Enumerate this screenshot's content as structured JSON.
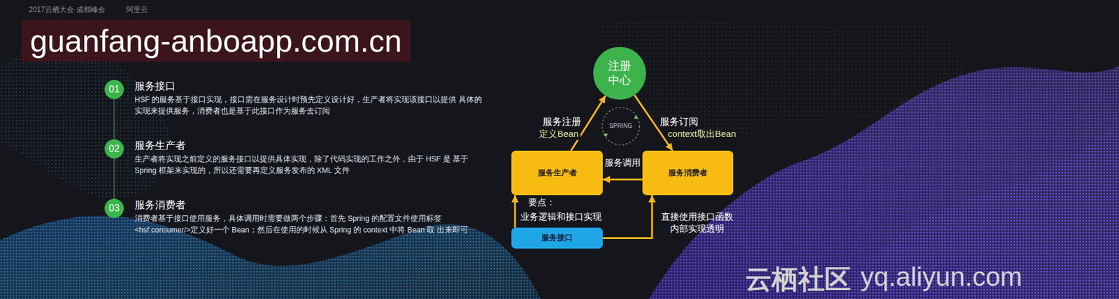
{
  "diagram": {
    "nodes": [
      {
        "text": [
          "01",
          "服务接口",
          "HSF 的服务基于接口实现，接口需在服务设计时预先定义设计好，生产者将实现该接口以提供 具体的实现来提供服务，消费者也是基于此接口作为服务去订阅"
        ]
      },
      {
        "text": [
          "02",
          "服务生产者",
          "生产者将实现之前定义的服务接口以提供具体实现，除了代码实现的工作之外，由于 HSF 是 基于 Spring 框架来实现的，所以还需要再定义服务发布的 XML 文件"
        ]
      },
      {
        "text": [
          "03",
          "服务消费者",
          "消费者基于接口使用服务，具体调用时需要做两个步骤：首先 Spring 的配置文件使用标签 <hsf:consumer/>定义好一个 Bean；然后在使用的时候从 Spring 的 context 中将 Bean 取 出来即可"
        ]
      },
      {
        "text": [
          "注册 中心"
        ]
      },
      {
        "text": [
          "SPRING"
        ]
      },
      {
        "text": [
          "服务生产者"
        ]
      },
      {
        "text": [
          "服务消费者"
        ]
      },
      {
        "text": [
          "服务接口"
        ]
      }
    ],
    "edges": [
      {
        "from": 0,
        "to": 1,
        "arrow": "none"
      },
      {
        "from": 1,
        "to": 2,
        "arrow": "none"
      },
      {
        "from": 5,
        "to": 3,
        "label": "服务注册",
        "arrow": "to"
      },
      {
        "from": 3,
        "to": 6,
        "label": "服务订阅",
        "arrow": "to"
      },
      {
        "from": 6,
        "to": 5,
        "label": "服务调用",
        "arrow": "to"
      },
      {
        "from": 7,
        "to": 5,
        "arrow": "to"
      },
      {
        "from": 7,
        "to": 6,
        "arrow": "to"
      }
    ],
    "labels": [
      "guanfang-anboapp.com.cn",
      "2017云栖大会·成都峰会",
      "阿里云",
      "定义Bean",
      "context取出Bean",
      "要点：",
      "业务逻辑和接口实现",
      "直接使用接口函数",
      "内部实现透明",
      "云栖社区",
      "yq.aliyun.com"
    ]
  }
}
